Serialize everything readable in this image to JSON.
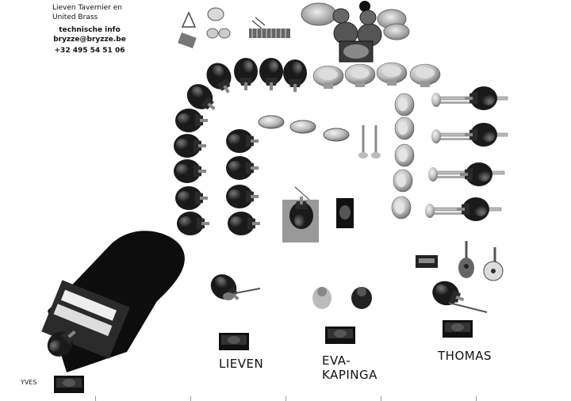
{
  "info": {
    "line1": "Lieven Tavernier en",
    "line2": "United Brass",
    "line3": "technische info",
    "line4": "bryzze@bryzze.be",
    "line5": "+32 495 54 51 06"
  },
  "labels": {
    "lieven": "LIEVEN",
    "eva_line1": "EVA-",
    "eva_line2": "KAPINGA",
    "thomas": "THOMAS",
    "yves": "YVES"
  },
  "icons": {
    "musician": "musician-figure-icon",
    "tuba": "tuba-icon",
    "trombone": "trombone-icon",
    "trumpet": "trumpet-icon",
    "drumkit": "drumkit-icon",
    "piano": "grand-piano-icon",
    "monitor": "floor-monitor-icon"
  }
}
